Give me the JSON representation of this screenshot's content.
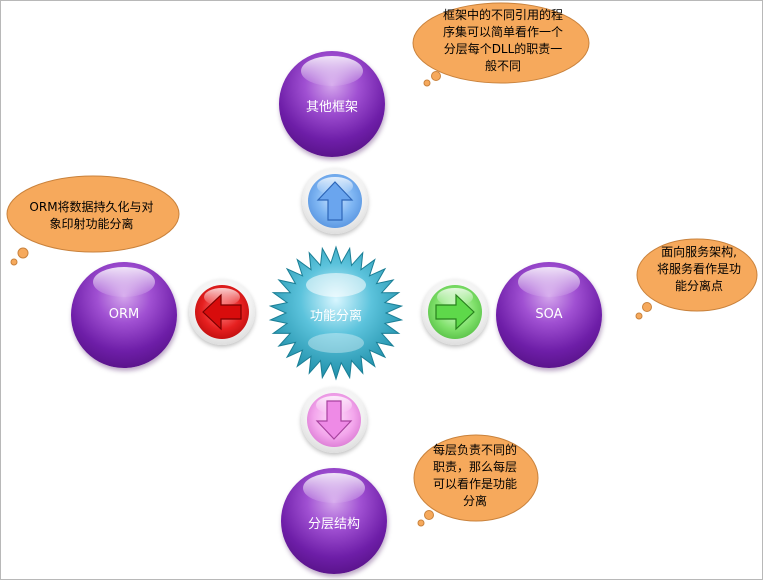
{
  "center": {
    "label": "功能分离"
  },
  "nodes": {
    "top": {
      "label": "其他框架"
    },
    "left": {
      "label": "ORM"
    },
    "right": {
      "label": "SOA"
    },
    "bottom": {
      "label": "分层结构"
    }
  },
  "notes": {
    "top": {
      "lines": [
        "框架中的不同引用的程",
        "序集可以简单看作一个",
        "分层每个DLL的职责一",
        "般不同"
      ]
    },
    "left": {
      "lines": [
        "ORM将数据持久化与对",
        "象印射功能分离"
      ]
    },
    "right": {
      "lines": [
        "面向服务架构,",
        "将服务看作是功",
        "能分离点"
      ]
    },
    "bottom": {
      "lines": [
        "每层负责不同的",
        "职责，那么每层",
        "可以看作是功能",
        "分离"
      ]
    }
  },
  "colors": {
    "node": "#6e1ea8",
    "center": "#2aa6bf",
    "note": "#f6a95c",
    "arrow_up": "#3f7fd4",
    "arrow_left": "#e62020",
    "arrow_right": "#3aa92c",
    "arrow_down": "#c95ac2"
  }
}
